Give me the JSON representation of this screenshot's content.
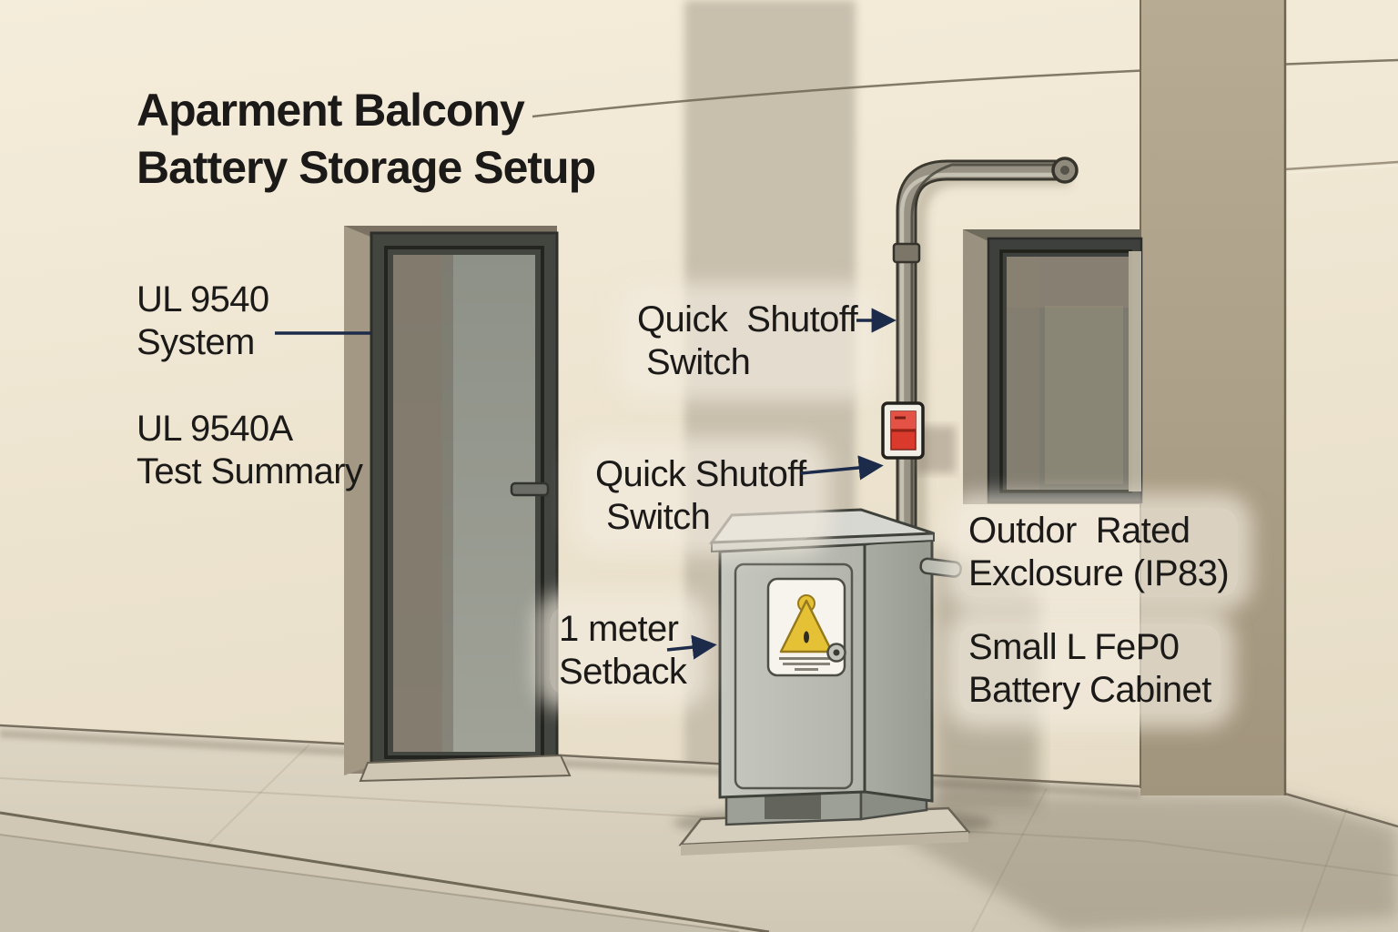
{
  "title": {
    "line1": "Aparment Balcony",
    "line2": "Battery Storage Setup"
  },
  "labels": {
    "ul9540_system": {
      "line1": "UL 9540",
      "line2": "System"
    },
    "ul9540a_test": {
      "line1": "UL 9540A",
      "line2": "Test Summary"
    },
    "quick_shutoff_upper": {
      "line1": "Quick  Shutoff",
      "line2": "Switch"
    },
    "quick_shutoff_lower": {
      "line1": "Quick Shutoff",
      "line2": "Switch"
    },
    "setback": {
      "line1": "1 meter",
      "line2": "Setback"
    },
    "enclosure": {
      "line1": "Outdor  Rated",
      "line2": "Exclosure (IP83)"
    },
    "battery_cabinet": {
      "line1": "Small L FeP0",
      "line2": "Battery Cabinet"
    }
  },
  "icons": {
    "warning_label": "hazard-triangle-icon",
    "shutoff_switch": "red-rocker-switch-icon"
  },
  "colors": {
    "wall_cream": "#f0e8d6",
    "pillar_shade": "#c8bfad",
    "corner_column": "#b0a48c",
    "annotation_line": "#1c2b4a",
    "text": "#1b1a18",
    "cabinet_gray": "#bcbeb6",
    "warning_yellow": "#e5c235",
    "switch_red": "#d93a2c",
    "floor_slab": "#d8d0be"
  }
}
